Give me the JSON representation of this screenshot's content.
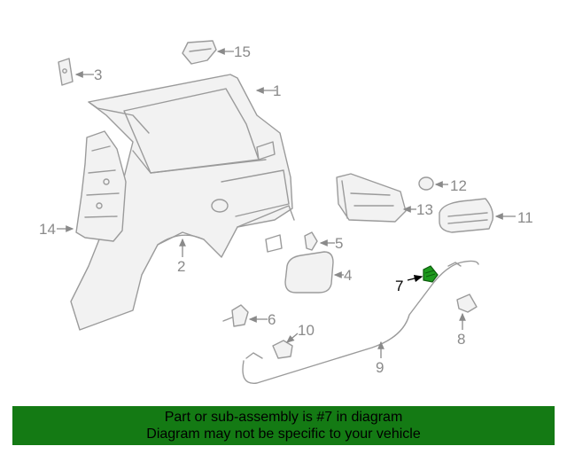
{
  "colors": {
    "banner_background": "#147a14",
    "highlight_part": "#1d9a1d",
    "line_art": "#9b9b9b",
    "callout_text": "#8a8a8a"
  },
  "callouts": {
    "c1": "1",
    "c2": "2",
    "c3": "3",
    "c4": "4",
    "c5": "5",
    "c6": "6",
    "c7": "7",
    "c8": "8",
    "c9": "9",
    "c10": "10",
    "c11": "11",
    "c12": "12",
    "c13": "13",
    "c14": "14",
    "c15": "15"
  },
  "banner": {
    "line1": "Part or sub-assembly is #7 in diagram",
    "line2": "Diagram may not be specific to your vehicle"
  }
}
